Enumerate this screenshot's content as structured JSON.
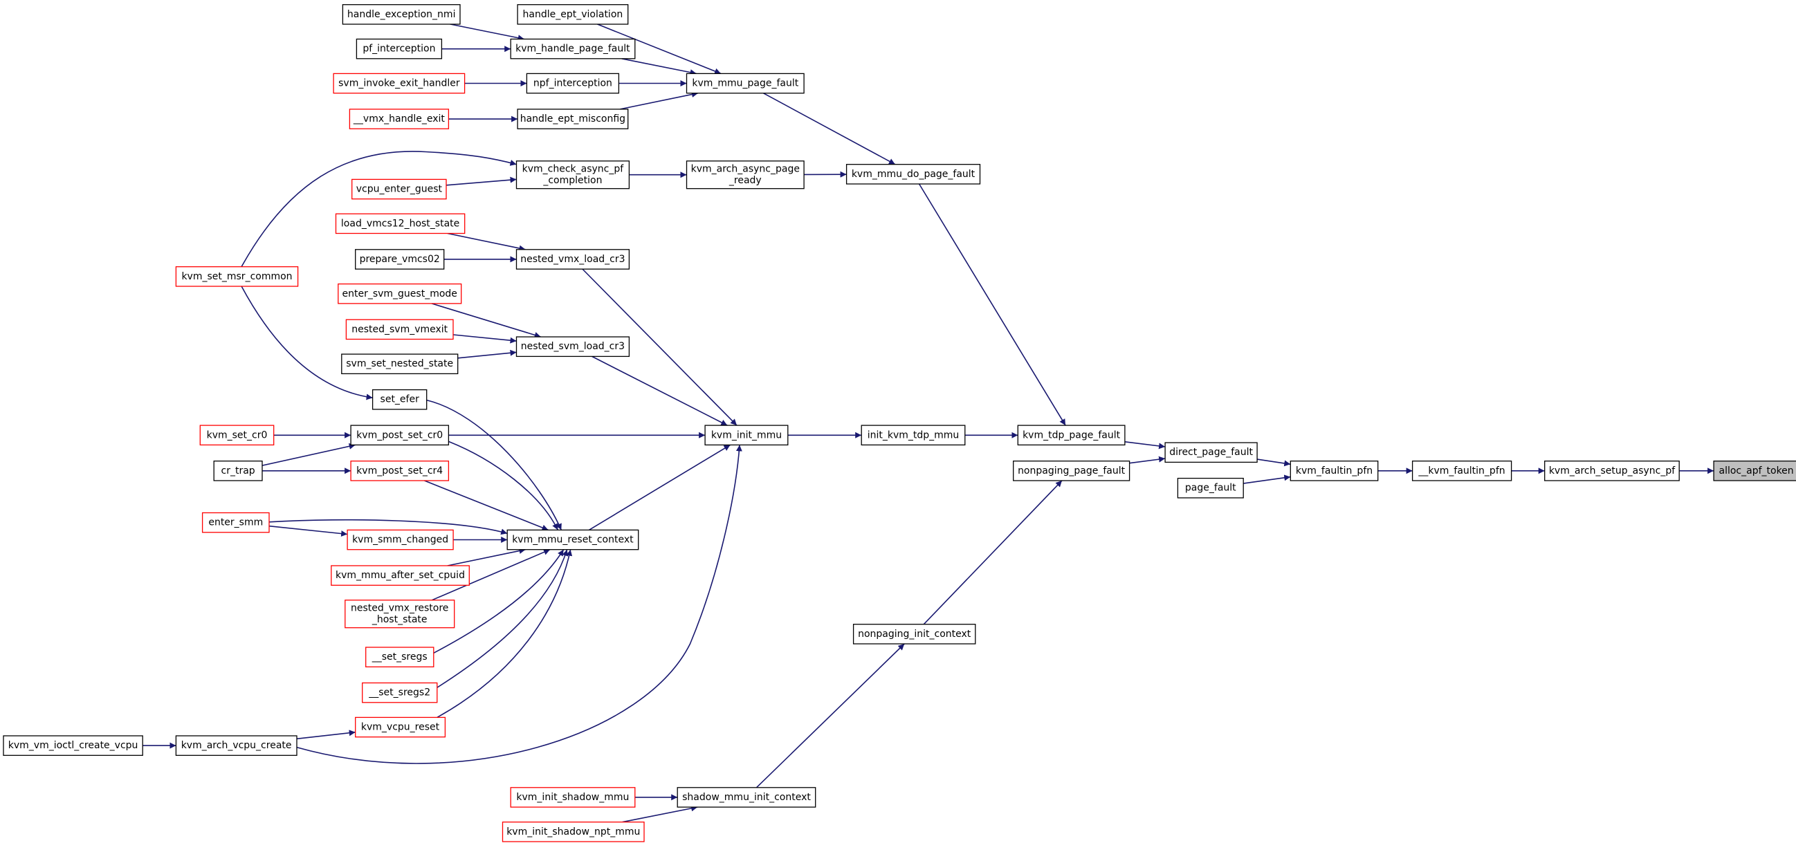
{
  "colors": {
    "edge": "#191970",
    "node_border": "#000000",
    "node_truncated_border": "#ff0000",
    "node_fill": "#ffffff",
    "focus_fill": "#bfbfbf"
  },
  "nodes": [
    {
      "id": "handle_exception_nmi",
      "lines": [
        "handle_exception_nmi"
      ],
      "style": "normal"
    },
    {
      "id": "handle_ept_violation",
      "lines": [
        "handle_ept_violation"
      ],
      "style": "normal"
    },
    {
      "id": "pf_interception",
      "lines": [
        "pf_interception"
      ],
      "style": "normal"
    },
    {
      "id": "kvm_handle_page_fault",
      "lines": [
        "kvm_handle_page_fault"
      ],
      "style": "normal"
    },
    {
      "id": "svm_invoke_exit_handler",
      "lines": [
        "svm_invoke_exit_handler"
      ],
      "style": "truncated"
    },
    {
      "id": "npf_interception",
      "lines": [
        "npf_interception"
      ],
      "style": "normal"
    },
    {
      "id": "kvm_mmu_page_fault",
      "lines": [
        "kvm_mmu_page_fault"
      ],
      "style": "normal"
    },
    {
      "id": "vmx_handle_exit",
      "lines": [
        "__vmx_handle_exit"
      ],
      "style": "truncated"
    },
    {
      "id": "handle_ept_misconfig",
      "lines": [
        "handle_ept_misconfig"
      ],
      "style": "normal"
    },
    {
      "id": "kvm_check_async_pf_completion",
      "lines": [
        "kvm_check_async_pf",
        "_completion"
      ],
      "style": "normal"
    },
    {
      "id": "kvm_arch_async_page_ready",
      "lines": [
        "kvm_arch_async_page",
        "_ready"
      ],
      "style": "normal"
    },
    {
      "id": "kvm_mmu_do_page_fault",
      "lines": [
        "kvm_mmu_do_page_fault"
      ],
      "style": "normal"
    },
    {
      "id": "vcpu_enter_guest",
      "lines": [
        "vcpu_enter_guest"
      ],
      "style": "truncated"
    },
    {
      "id": "load_vmcs12_host_state",
      "lines": [
        "load_vmcs12_host_state"
      ],
      "style": "truncated"
    },
    {
      "id": "prepare_vmcs02",
      "lines": [
        "prepare_vmcs02"
      ],
      "style": "normal"
    },
    {
      "id": "nested_vmx_load_cr3",
      "lines": [
        "nested_vmx_load_cr3"
      ],
      "style": "normal"
    },
    {
      "id": "kvm_set_msr_common",
      "lines": [
        "kvm_set_msr_common"
      ],
      "style": "truncated"
    },
    {
      "id": "enter_svm_guest_mode",
      "lines": [
        "enter_svm_guest_mode"
      ],
      "style": "truncated"
    },
    {
      "id": "nested_svm_vmexit",
      "lines": [
        "nested_svm_vmexit"
      ],
      "style": "truncated"
    },
    {
      "id": "nested_svm_load_cr3",
      "lines": [
        "nested_svm_load_cr3"
      ],
      "style": "normal"
    },
    {
      "id": "svm_set_nested_state",
      "lines": [
        "svm_set_nested_state"
      ],
      "style": "normal"
    },
    {
      "id": "set_efer",
      "lines": [
        "set_efer"
      ],
      "style": "normal"
    },
    {
      "id": "kvm_set_cr0",
      "lines": [
        "kvm_set_cr0"
      ],
      "style": "truncated"
    },
    {
      "id": "kvm_post_set_cr0",
      "lines": [
        "kvm_post_set_cr0"
      ],
      "style": "normal"
    },
    {
      "id": "kvm_init_mmu",
      "lines": [
        "kvm_init_mmu"
      ],
      "style": "normal"
    },
    {
      "id": "init_kvm_tdp_mmu",
      "lines": [
        "init_kvm_tdp_mmu"
      ],
      "style": "normal"
    },
    {
      "id": "kvm_tdp_page_fault",
      "lines": [
        "kvm_tdp_page_fault"
      ],
      "style": "normal"
    },
    {
      "id": "direct_page_fault",
      "lines": [
        "direct_page_fault"
      ],
      "style": "normal"
    },
    {
      "id": "cr_trap",
      "lines": [
        "cr_trap"
      ],
      "style": "normal"
    },
    {
      "id": "kvm_post_set_cr4",
      "lines": [
        "kvm_post_set_cr4"
      ],
      "style": "truncated"
    },
    {
      "id": "nonpaging_page_fault",
      "lines": [
        "nonpaging_page_fault"
      ],
      "style": "normal"
    },
    {
      "id": "kvm_faultin_pfn",
      "lines": [
        "kvm_faultin_pfn"
      ],
      "style": "normal"
    },
    {
      "id": "kvm_faultin_pfn_internal",
      "lines": [
        "__kvm_faultin_pfn"
      ],
      "style": "normal"
    },
    {
      "id": "kvm_arch_setup_async_pf",
      "lines": [
        "kvm_arch_setup_async_pf"
      ],
      "style": "normal"
    },
    {
      "id": "alloc_apf_token",
      "lines": [
        "alloc_apf_token"
      ],
      "style": "focus"
    },
    {
      "id": "page_fault",
      "lines": [
        "page_fault"
      ],
      "style": "normal"
    },
    {
      "id": "enter_smm",
      "lines": [
        "enter_smm"
      ],
      "style": "truncated"
    },
    {
      "id": "kvm_smm_changed",
      "lines": [
        "kvm_smm_changed"
      ],
      "style": "truncated"
    },
    {
      "id": "kvm_mmu_reset_context",
      "lines": [
        "kvm_mmu_reset_context"
      ],
      "style": "normal"
    },
    {
      "id": "kvm_mmu_after_set_cpuid",
      "lines": [
        "kvm_mmu_after_set_cpuid"
      ],
      "style": "truncated"
    },
    {
      "id": "nested_vmx_restore_host_state",
      "lines": [
        "nested_vmx_restore",
        "_host_state"
      ],
      "style": "truncated"
    },
    {
      "id": "set_sregs",
      "lines": [
        "__set_sregs"
      ],
      "style": "truncated"
    },
    {
      "id": "nonpaging_init_context",
      "lines": [
        "nonpaging_init_context"
      ],
      "style": "normal"
    },
    {
      "id": "set_sregs2",
      "lines": [
        "__set_sregs2"
      ],
      "style": "truncated"
    },
    {
      "id": "kvm_vcpu_reset",
      "lines": [
        "kvm_vcpu_reset"
      ],
      "style": "truncated"
    },
    {
      "id": "kvm_vm_ioctl_create_vcpu",
      "lines": [
        "kvm_vm_ioctl_create_vcpu"
      ],
      "style": "normal"
    },
    {
      "id": "kvm_arch_vcpu_create",
      "lines": [
        "kvm_arch_vcpu_create"
      ],
      "style": "normal"
    },
    {
      "id": "kvm_init_shadow_mmu",
      "lines": [
        "kvm_init_shadow_mmu"
      ],
      "style": "truncated"
    },
    {
      "id": "shadow_mmu_init_context",
      "lines": [
        "shadow_mmu_init_context"
      ],
      "style": "normal"
    },
    {
      "id": "kvm_init_shadow_npt_mmu",
      "lines": [
        "kvm_init_shadow_npt_mmu"
      ],
      "style": "truncated"
    }
  ],
  "edges": [
    {
      "from": "handle_exception_nmi",
      "to": "kvm_handle_page_fault"
    },
    {
      "from": "pf_interception",
      "to": "kvm_handle_page_fault"
    },
    {
      "from": "handle_ept_violation",
      "to": "kvm_mmu_page_fault"
    },
    {
      "from": "kvm_handle_page_fault",
      "to": "kvm_mmu_page_fault"
    },
    {
      "from": "svm_invoke_exit_handler",
      "to": "npf_interception"
    },
    {
      "from": "npf_interception",
      "to": "kvm_mmu_page_fault"
    },
    {
      "from": "vmx_handle_exit",
      "to": "handle_ept_misconfig"
    },
    {
      "from": "handle_ept_misconfig",
      "to": "kvm_mmu_page_fault"
    },
    {
      "from": "kvm_mmu_page_fault",
      "to": "kvm_mmu_do_page_fault"
    },
    {
      "from": "kvm_set_msr_common",
      "to": "kvm_check_async_pf_completion"
    },
    {
      "from": "vcpu_enter_guest",
      "to": "kvm_check_async_pf_completion"
    },
    {
      "from": "kvm_check_async_pf_completion",
      "to": "kvm_arch_async_page_ready"
    },
    {
      "from": "kvm_arch_async_page_ready",
      "to": "kvm_mmu_do_page_fault"
    },
    {
      "from": "kvm_mmu_do_page_fault",
      "to": "kvm_tdp_page_fault"
    },
    {
      "from": "load_vmcs12_host_state",
      "to": "nested_vmx_load_cr3"
    },
    {
      "from": "prepare_vmcs02",
      "to": "nested_vmx_load_cr3"
    },
    {
      "from": "nested_vmx_load_cr3",
      "to": "kvm_init_mmu"
    },
    {
      "from": "kvm_set_msr_common",
      "to": "set_efer"
    },
    {
      "from": "enter_svm_guest_mode",
      "to": "nested_svm_load_cr3"
    },
    {
      "from": "nested_svm_vmexit",
      "to": "nested_svm_load_cr3"
    },
    {
      "from": "svm_set_nested_state",
      "to": "nested_svm_load_cr3"
    },
    {
      "from": "nested_svm_load_cr3",
      "to": "kvm_init_mmu"
    },
    {
      "from": "set_efer",
      "to": "kvm_mmu_reset_context"
    },
    {
      "from": "kvm_set_cr0",
      "to": "kvm_post_set_cr0"
    },
    {
      "from": "cr_trap",
      "to": "kvm_post_set_cr0"
    },
    {
      "from": "cr_trap",
      "to": "kvm_post_set_cr4"
    },
    {
      "from": "kvm_post_set_cr0",
      "to": "kvm_init_mmu"
    },
    {
      "from": "kvm_post_set_cr0",
      "to": "kvm_mmu_reset_context"
    },
    {
      "from": "kvm_post_set_cr4",
      "to": "kvm_mmu_reset_context"
    },
    {
      "from": "kvm_init_mmu",
      "to": "init_kvm_tdp_mmu"
    },
    {
      "from": "init_kvm_tdp_mmu",
      "to": "kvm_tdp_page_fault"
    },
    {
      "from": "kvm_tdp_page_fault",
      "to": "direct_page_fault"
    },
    {
      "from": "nonpaging_page_fault",
      "to": "direct_page_fault"
    },
    {
      "from": "direct_page_fault",
      "to": "kvm_faultin_pfn"
    },
    {
      "from": "page_fault",
      "to": "kvm_faultin_pfn"
    },
    {
      "from": "kvm_faultin_pfn",
      "to": "kvm_faultin_pfn_internal"
    },
    {
      "from": "kvm_faultin_pfn_internal",
      "to": "kvm_arch_setup_async_pf"
    },
    {
      "from": "kvm_arch_setup_async_pf",
      "to": "alloc_apf_token"
    },
    {
      "from": "enter_smm",
      "to": "kvm_smm_changed"
    },
    {
      "from": "enter_smm",
      "to": "kvm_mmu_reset_context"
    },
    {
      "from": "kvm_smm_changed",
      "to": "kvm_mmu_reset_context"
    },
    {
      "from": "kvm_mmu_after_set_cpuid",
      "to": "kvm_mmu_reset_context"
    },
    {
      "from": "nested_vmx_restore_host_state",
      "to": "kvm_mmu_reset_context"
    },
    {
      "from": "set_sregs",
      "to": "kvm_mmu_reset_context"
    },
    {
      "from": "set_sregs2",
      "to": "kvm_mmu_reset_context"
    },
    {
      "from": "kvm_vcpu_reset",
      "to": "kvm_mmu_reset_context"
    },
    {
      "from": "kvm_mmu_reset_context",
      "to": "kvm_init_mmu"
    },
    {
      "from": "kvm_arch_vcpu_create",
      "to": "kvm_init_mmu"
    },
    {
      "from": "kvm_vm_ioctl_create_vcpu",
      "to": "kvm_arch_vcpu_create"
    },
    {
      "from": "kvm_arch_vcpu_create",
      "to": "kvm_vcpu_reset"
    },
    {
      "from": "nonpaging_init_context",
      "to": "nonpaging_page_fault"
    },
    {
      "from": "shadow_mmu_init_context",
      "to": "nonpaging_init_context"
    },
    {
      "from": "kvm_init_shadow_mmu",
      "to": "shadow_mmu_init_context"
    },
    {
      "from": "kvm_init_shadow_npt_mmu",
      "to": "shadow_mmu_init_context"
    }
  ]
}
